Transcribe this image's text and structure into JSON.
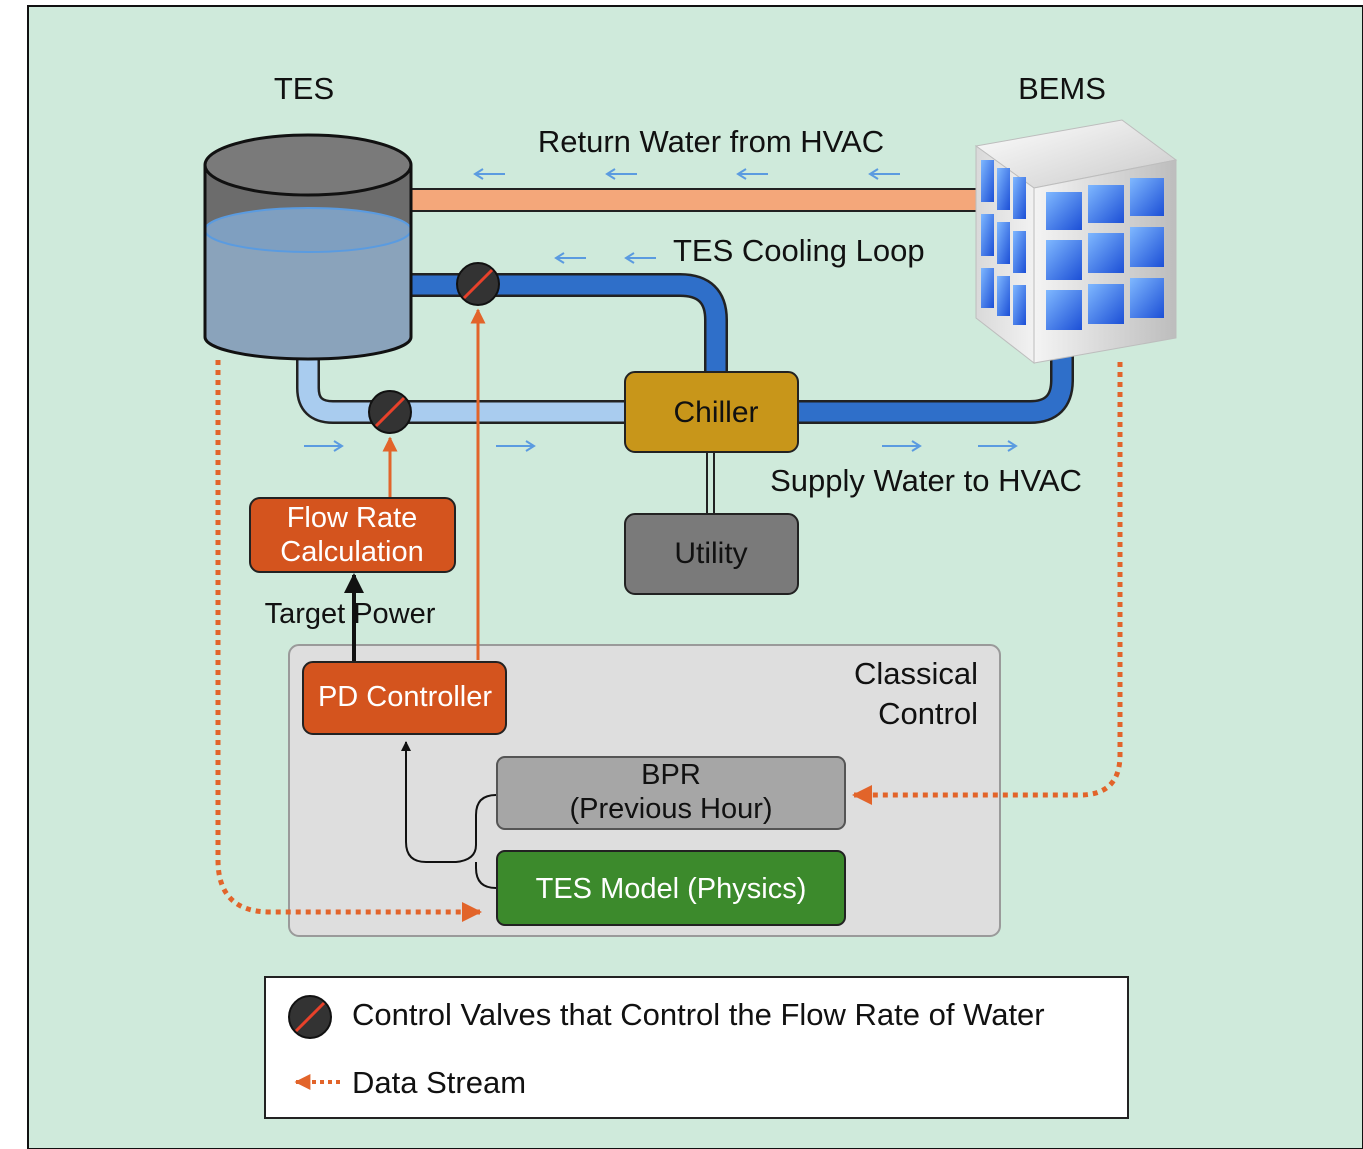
{
  "labels": {
    "tes": "TES",
    "bems": "BEMS",
    "return_water": "Return Water from HVAC",
    "cooling_loop": "TES Cooling Loop",
    "supply_water": "Supply Water to HVAC",
    "target_power": "Target Power",
    "classical_line1": "Classical",
    "classical_line2": "Control"
  },
  "boxes": {
    "chiller": "Chiller",
    "utility": "Utility",
    "flow_line1": "Flow Rate",
    "flow_line2": "Calculation",
    "pd_controller": "PD Controller",
    "bpr_line1": "BPR",
    "bpr_line2": "(Previous Hour)",
    "tes_model": "TES Model (Physics)"
  },
  "legend": {
    "valve_text": "Control Valves that Control the Flow Rate of Water",
    "stream_text": "Data Stream"
  },
  "colors": {
    "background": "#cfeadb",
    "return_pipe": "#f4a77a",
    "cooling_pipe": "#2f6fc9",
    "tes_pipe": "#a9ccef",
    "chiller": "#c8961a",
    "utility": "#7a7a7a",
    "controller": "#d4541e",
    "bpr": "#a6a6a6",
    "tes_model": "#3c8a2c",
    "data_stream": "#e2642a",
    "flow_arrow": "#5b9be0"
  }
}
